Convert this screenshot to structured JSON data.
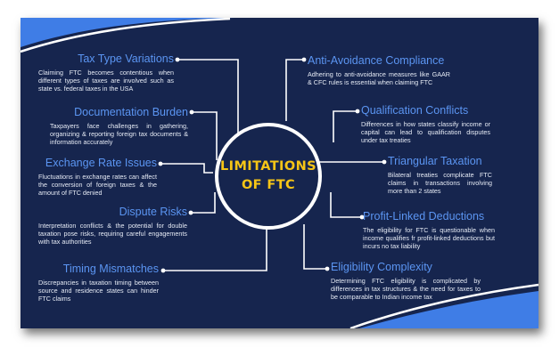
{
  "diagram": {
    "center": {
      "line1": "LIMITATIONS",
      "line2": "OF FTC"
    },
    "left_items": [
      {
        "title": "Tax Type Variations",
        "description": "Claiming FTC becomes contentious when different types of taxes are involved such as state vs. federal taxes in the USA"
      },
      {
        "title": "Documentation Burden",
        "description": "Taxpayers face challenges in gathering, organizing & reporting foreign tax documents & information accurately"
      },
      {
        "title": "Exchange Rate Issues",
        "description": "Fluctuations in exchange rates can affect the conversion of foreign taxes & the amount of FTC denied"
      },
      {
        "title": "Dispute Risks",
        "description": "Interpretation conflicts & the potential for double taxation pose risks, requiring careful engagements with tax authorities"
      },
      {
        "title": "Timing Mismatches",
        "description": "Discrepancies in taxation timing between source and residence states can hinder FTC claims"
      }
    ],
    "right_items": [
      {
        "title": "Anti-Avoidance Compliance",
        "description": "Adhering to anti-avoidance measures like GAAR & CFC rules is essential when claiming FTC"
      },
      {
        "title": "Qualification Conflicts",
        "description": "Differences in how states classify income or capital can lead to qualification disputes under tax treaties"
      },
      {
        "title": "Triangular Taxation",
        "description": "Bilateral treaties complicate FTC claims in transactions involving more than 2 states"
      },
      {
        "title": "Profit-Linked Deductions",
        "description": "The eligibility for FTC is questionable when income qualifies fr profit-linked deductions but incurs no tax liability"
      },
      {
        "title": "Eligibility Complexity",
        "description": "Determining FTC eligibility is complicated by differences in tax structures & the need for taxes to be comparable to Indian income tax"
      }
    ]
  },
  "colors": {
    "background": "#16254e",
    "title": "#5b95f2",
    "center_text": "#f6c516",
    "lines": "#ffffff",
    "wave": "#3f7de6"
  }
}
